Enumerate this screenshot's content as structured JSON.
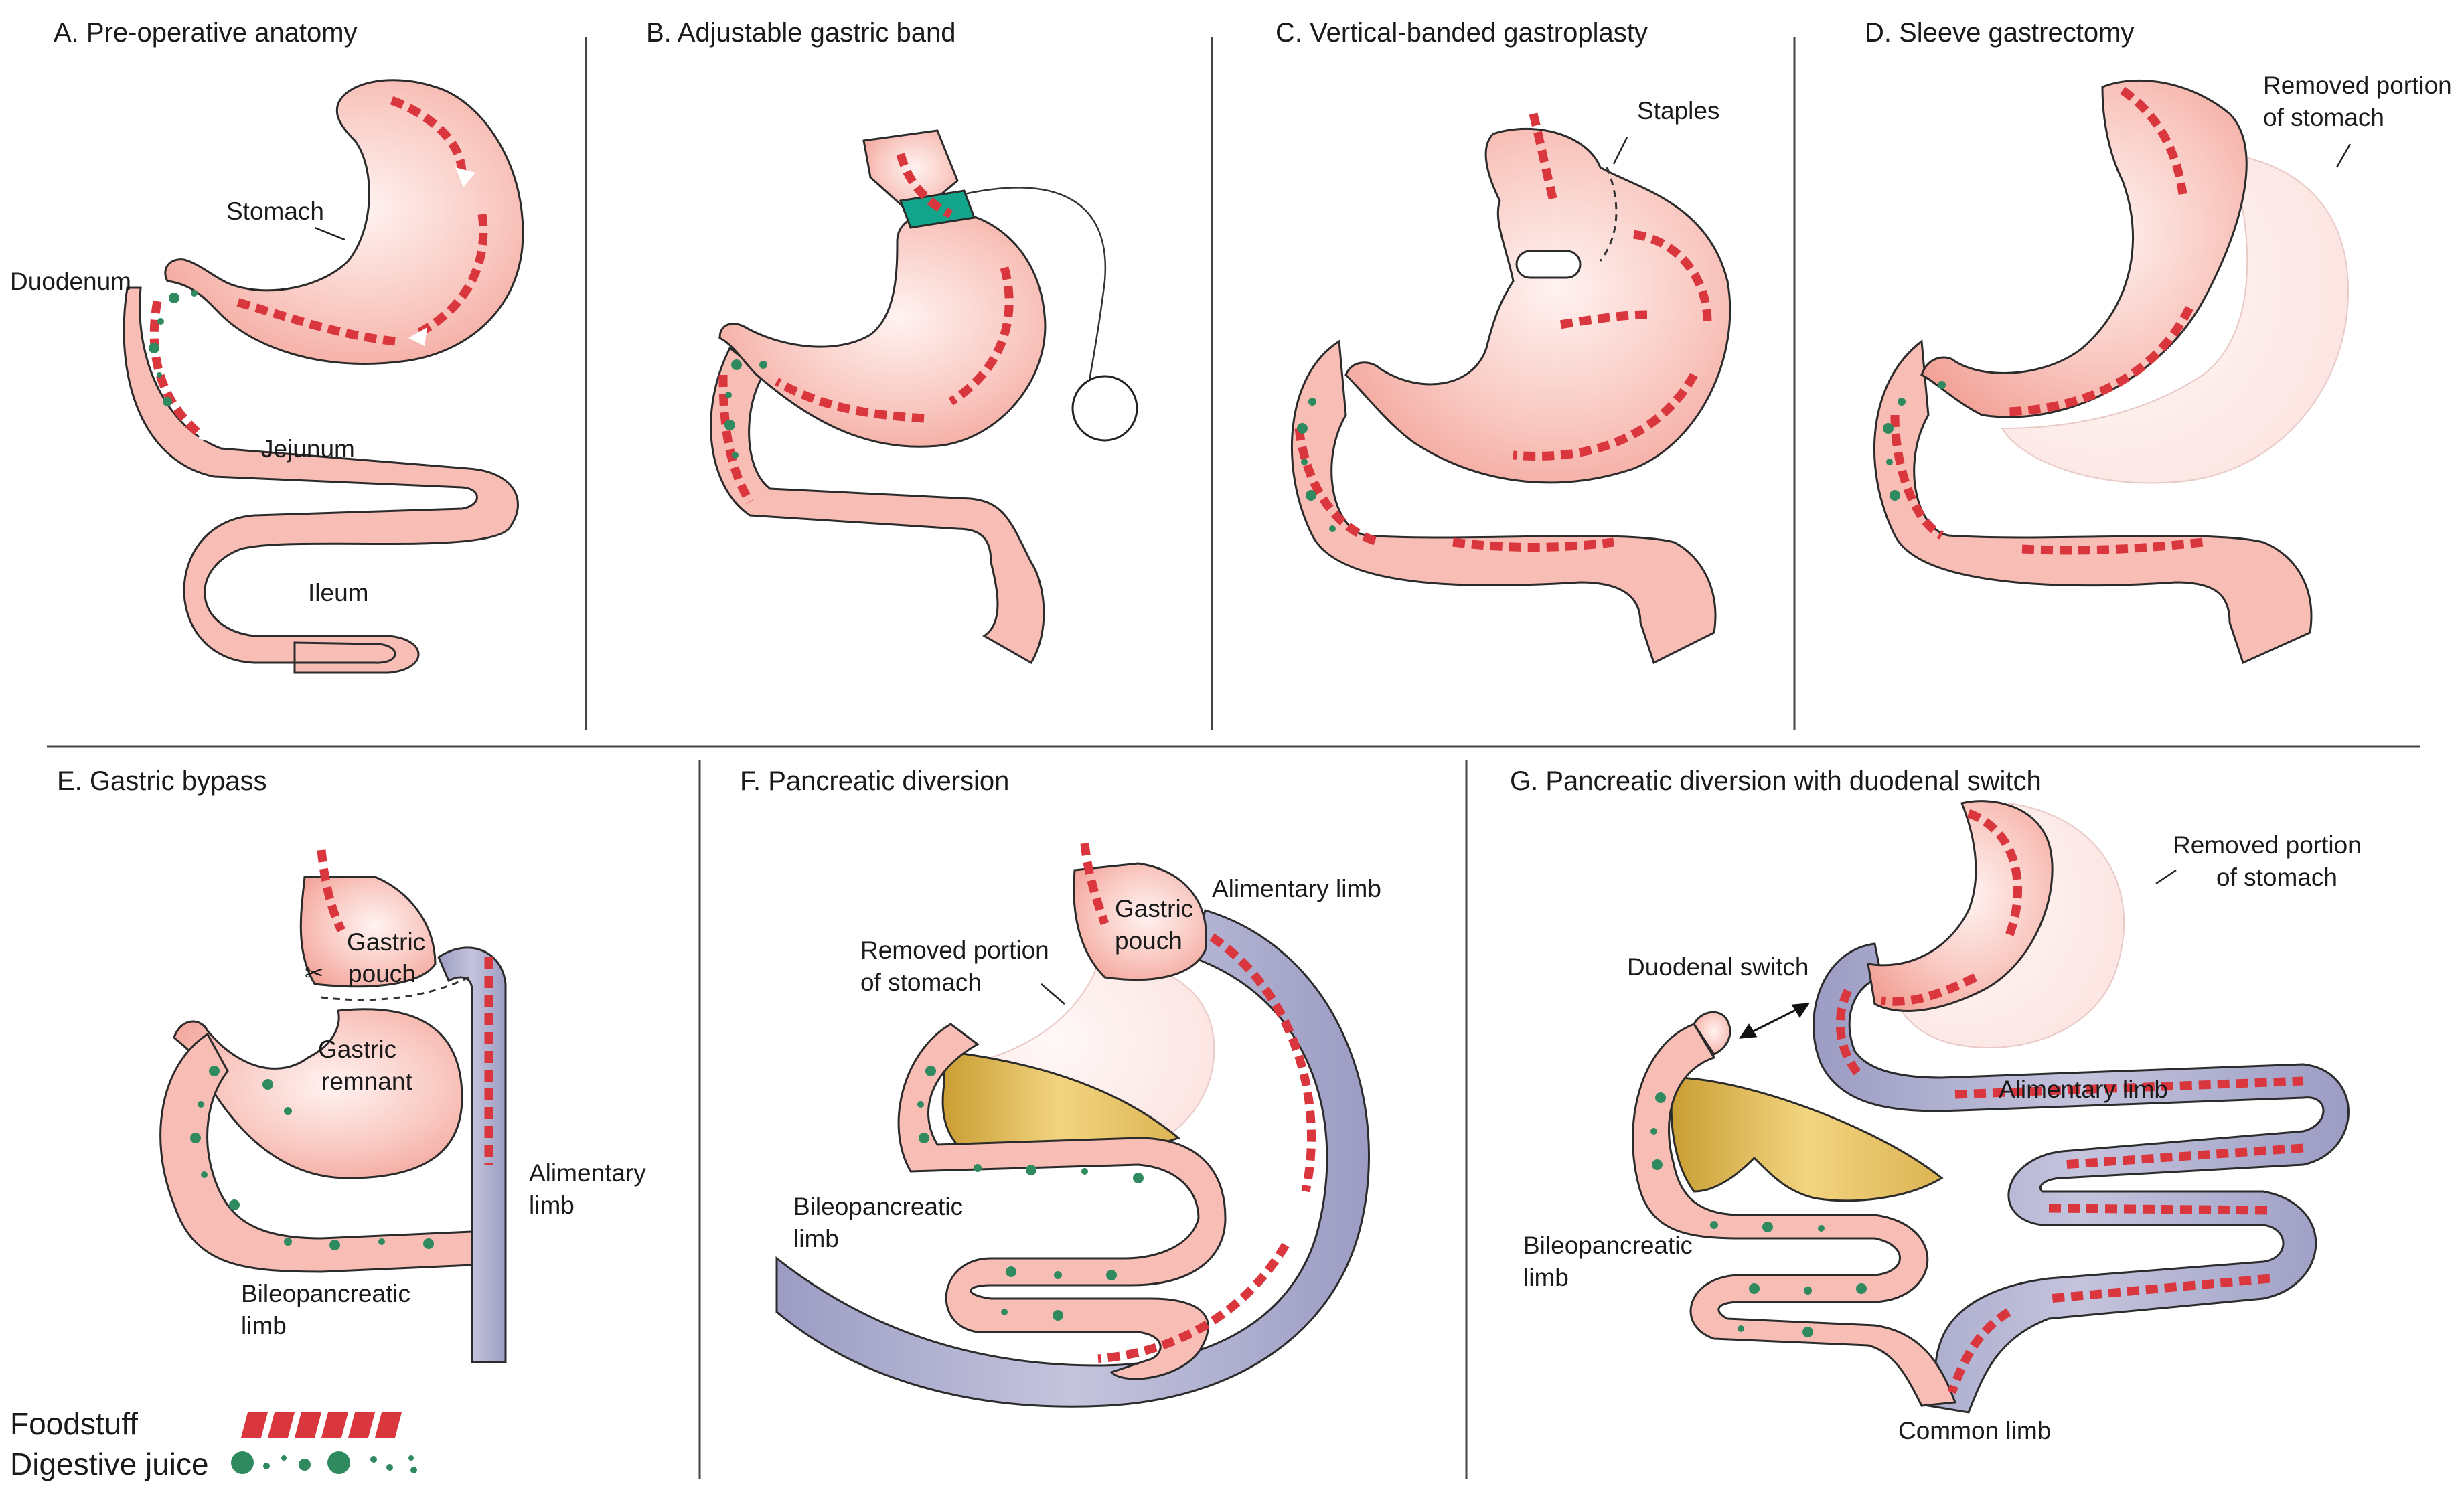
{
  "panels": {
    "a": {
      "title": "A. Pre-operative anatomy",
      "stomach": "Stomach",
      "duodenum": "Duodenum",
      "jejunum": "Jejunum",
      "ileum": "Ileum"
    },
    "b": {
      "title": "B. Adjustable gastric band"
    },
    "c": {
      "title": "C. Vertical-banded gastroplasty",
      "staples": "Staples"
    },
    "d": {
      "title": "D. Sleeve gastrectomy",
      "removed_1": "Removed portion",
      "removed_2": "of stomach"
    },
    "e": {
      "title": "E. Gastric bypass",
      "pouch_1": "Gastric",
      "pouch_2": "pouch",
      "remnant_1": "Gastric",
      "remnant_2": "remnant",
      "alimentary_1": "Alimentary",
      "alimentary_2": "limb",
      "biliopancreatic_1": "Bileopancreatic",
      "biliopancreatic_2": "limb"
    },
    "f": {
      "title": "F. Pancreatic diversion",
      "pouch_1": "Gastric",
      "pouch_2": "pouch",
      "alimentary": "Alimentary limb",
      "removed_1": "Removed portion",
      "removed_2": "of stomach",
      "biliopancreatic_1": "Bileopancreatic",
      "biliopancreatic_2": "limb"
    },
    "g": {
      "title": "G. Pancreatic diversion with duodenal switch",
      "removed_1": "Removed portion",
      "removed_2": "of stomach",
      "switch": "Duodenal switch",
      "alimentary": "Alimentary limb",
      "biliopancreatic_1": "Bileopancreatic",
      "biliopancreatic_2": "limb",
      "common": "Common limb"
    }
  },
  "legend": {
    "foodstuff": "Foodstuff",
    "digestive_juice": "Digestive juice"
  },
  "colors": {
    "tissue": "#f6b3ab",
    "tissue_edge": "#2b2b2b",
    "limb": "#a3a3c6",
    "band": "#12a58c",
    "food": "#d9363e",
    "juice": "#2f8a60",
    "pancreas": "#e6c05a"
  }
}
